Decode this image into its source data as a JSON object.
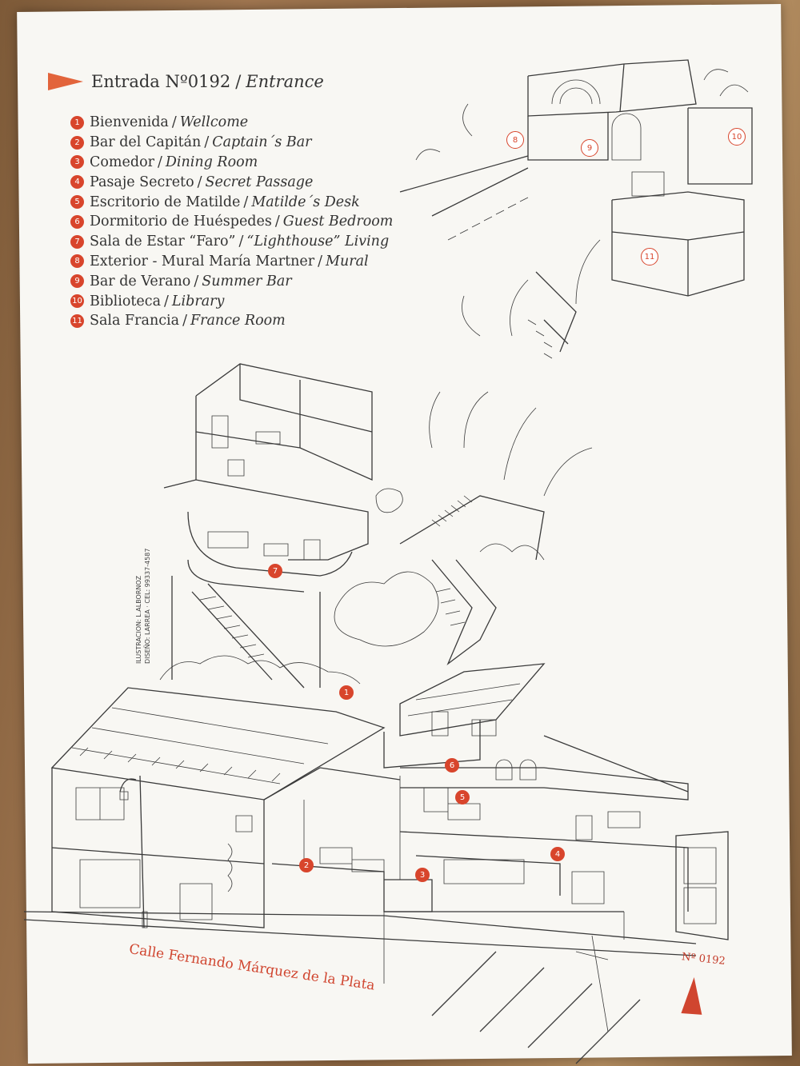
{
  "entrance": {
    "title_es": "Entrada Nº0192",
    "separator": "/",
    "title_en": "Entrance"
  },
  "legend": [
    {
      "num": "1",
      "es": "Bienvenida",
      "en": "Wellcome"
    },
    {
      "num": "2",
      "es": "Bar del Capitán",
      "en": "Captain´s Bar"
    },
    {
      "num": "3",
      "es": "Comedor",
      "en": "Dining Room"
    },
    {
      "num": "4",
      "es": "Pasaje Secreto",
      "en": "Secret Passage"
    },
    {
      "num": "5",
      "es": "Escritorio de Matilde",
      "en": "Matilde´s Desk"
    },
    {
      "num": "6",
      "es": "Dormitorio de Huéspedes",
      "en": "Guest Bedroom"
    },
    {
      "num": "7",
      "es": "Sala de Estar “Faro”",
      "en": "“Lighthouse” Living"
    },
    {
      "num": "8",
      "es": "Exterior - Mural María Martner",
      "en": "Mural"
    },
    {
      "num": "9",
      "es": "Bar de Verano",
      "en": "Summer Bar"
    },
    {
      "num": "10",
      "es": "Biblioteca",
      "en": "Library"
    },
    {
      "num": "11",
      "es": "Sala Francia",
      "en": "France Room"
    }
  ],
  "street": "Calle Fernando Márquez de la Plata",
  "doc_number": "Nº 0192",
  "credits": {
    "line1": "ILUSTRACION: L.ALBORNOZ",
    "line2": "DISEÑO: LARREA · CEL: 99337-4587"
  },
  "pins": {
    "p1": "1",
    "p2": "2",
    "p3": "3",
    "p4": "4",
    "p5": "5",
    "p6": "6",
    "p7": "7",
    "p8": "8",
    "p9": "9",
    "p10": "10",
    "p11": "11"
  },
  "colors": {
    "accent": "#d8452c",
    "ink": "#3a3a3a",
    "paper": "#f8f7f3"
  }
}
